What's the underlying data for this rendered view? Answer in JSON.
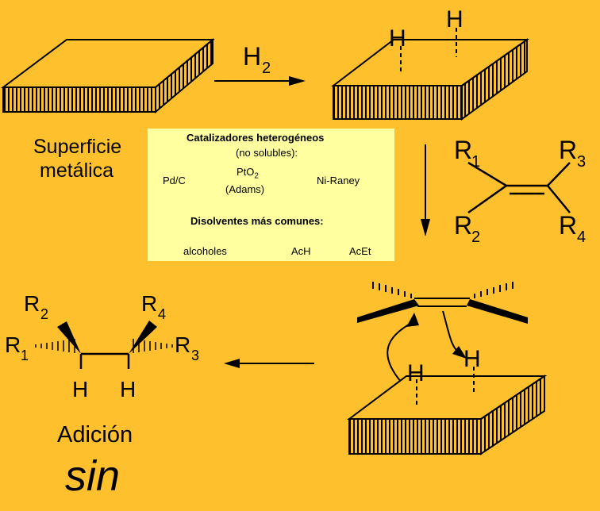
{
  "colors": {
    "background": "#FFC02E",
    "info_box": "#FFFFA0",
    "ink": "#000000"
  },
  "labels": {
    "h2_main": "H",
    "h2_sub": "2",
    "surface_line1": "Superficie",
    "surface_line2": "metálica",
    "h": "H",
    "r1": "R",
    "r1_sub": "1",
    "r2": "R",
    "r2_sub": "2",
    "r3": "R",
    "r3_sub": "3",
    "r4": "R",
    "r4_sub": "4",
    "adicion": "Adición",
    "sin": "sin"
  },
  "info_box": {
    "title": "Catalizadores heterogéneos",
    "subtitle": "(no solubles):",
    "cat1": "Pd/C",
    "cat2_main": "PtO",
    "cat2_sub": "2",
    "cat2_note": "(Adams)",
    "cat3": "Ni-Raney",
    "solvents_title": "Disolventes más comunes:",
    "solvent1": "alcoholes",
    "solvent2": "AcH",
    "solvent3": "AcEt"
  }
}
